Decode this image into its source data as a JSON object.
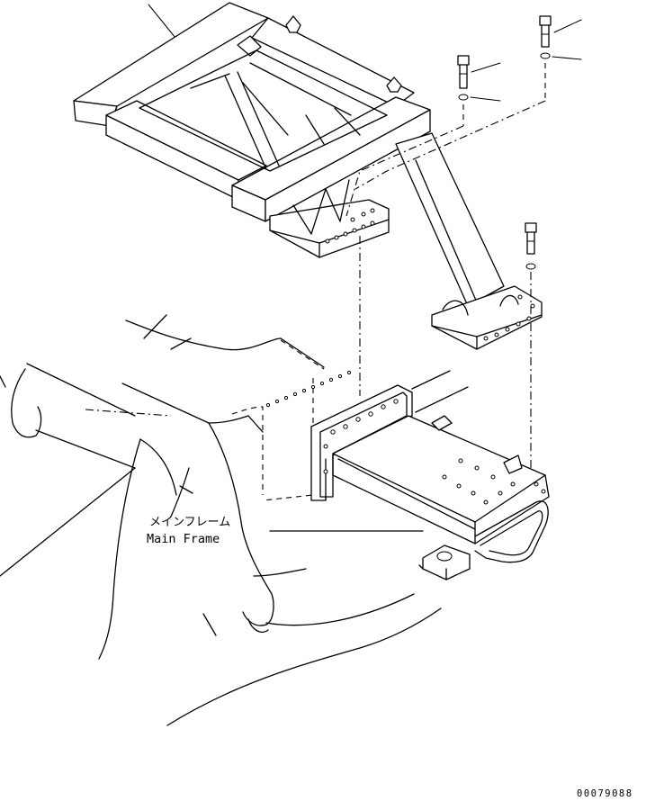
{
  "labels": {
    "main_frame_jp": "メインフレーム",
    "main_frame_en": "Main Frame"
  },
  "part_code": "00079088",
  "colors": {
    "line": "#000000",
    "background": "#ffffff"
  }
}
